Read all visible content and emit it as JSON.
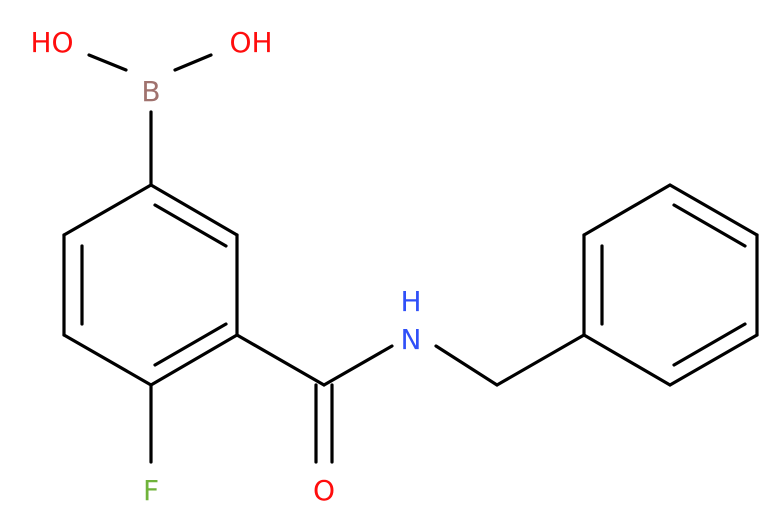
{
  "molecule": {
    "atoms": {
      "ho_left": "HO",
      "ho_right": "OH",
      "boron": "B",
      "nitrogen_h": "H",
      "nitrogen": "N",
      "oxygen_carbonyl": "O",
      "fluorine": "F"
    },
    "colors": {
      "bond": "#000000",
      "oxygen": "#ff0d0d",
      "boron": "#a0726e",
      "nitrogen": "#3050f8",
      "fluorine": "#6fb33a"
    }
  }
}
